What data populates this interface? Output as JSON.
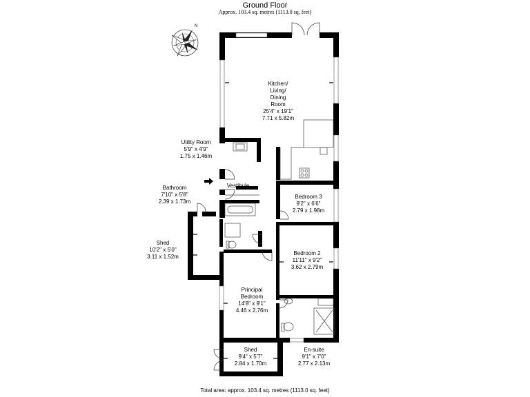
{
  "header": {
    "title": "Ground Floor",
    "subtitle": "Approx. 103.4 sq. metres (1113.0 sq. feet)"
  },
  "footer": {
    "total": "Total area: approx. 103.4 sq. metres (1113.0 sq. feet)"
  },
  "compass": {
    "icon": "compass-rose-icon",
    "letter": "N"
  },
  "rooms": {
    "kitchen": {
      "name": "Kitchen/",
      "name2": "Living/",
      "name3": "Dining",
      "name4": "Room",
      "imperial": "25'4\" x 19'1\"",
      "metric": "7.71 x 5.82m"
    },
    "utility": {
      "name": "Utility Room",
      "imperial": "5'9\" x 4'9\"",
      "metric": "1.75 x 1.46m"
    },
    "vestibule": {
      "name": "Vestibule"
    },
    "bathroom": {
      "name": "Bathroom",
      "imperial": "7'10\" x 5'8\"",
      "metric": "2.39 x 1.73m"
    },
    "bedroom3": {
      "name": "Bedroom 3",
      "imperial": "9'2\" x 6'6\"",
      "metric": "2.79 x 1.98m"
    },
    "shed_west": {
      "name": "Shed",
      "imperial": "10'2\" x 5'0\"",
      "metric": "3.11 x 1.52m"
    },
    "bedroom2": {
      "name": "Bedroom 2",
      "imperial": "11'11\" x 9'2\"",
      "metric": "3.62 x 2.79m"
    },
    "principal": {
      "name": "Principal",
      "name2": "Bedroom",
      "imperial": "14'8\" x 9'1\"",
      "metric": "4.46 x 2.76m"
    },
    "shed_south": {
      "name": "Shed",
      "imperial": "9'4\" x 5'7\"",
      "metric": "2.84 x 1.70m"
    },
    "ensuite": {
      "name": "En-suite",
      "imperial": "9'1\" x 7'0\"",
      "metric": "2.77 x 2.13m"
    }
  }
}
